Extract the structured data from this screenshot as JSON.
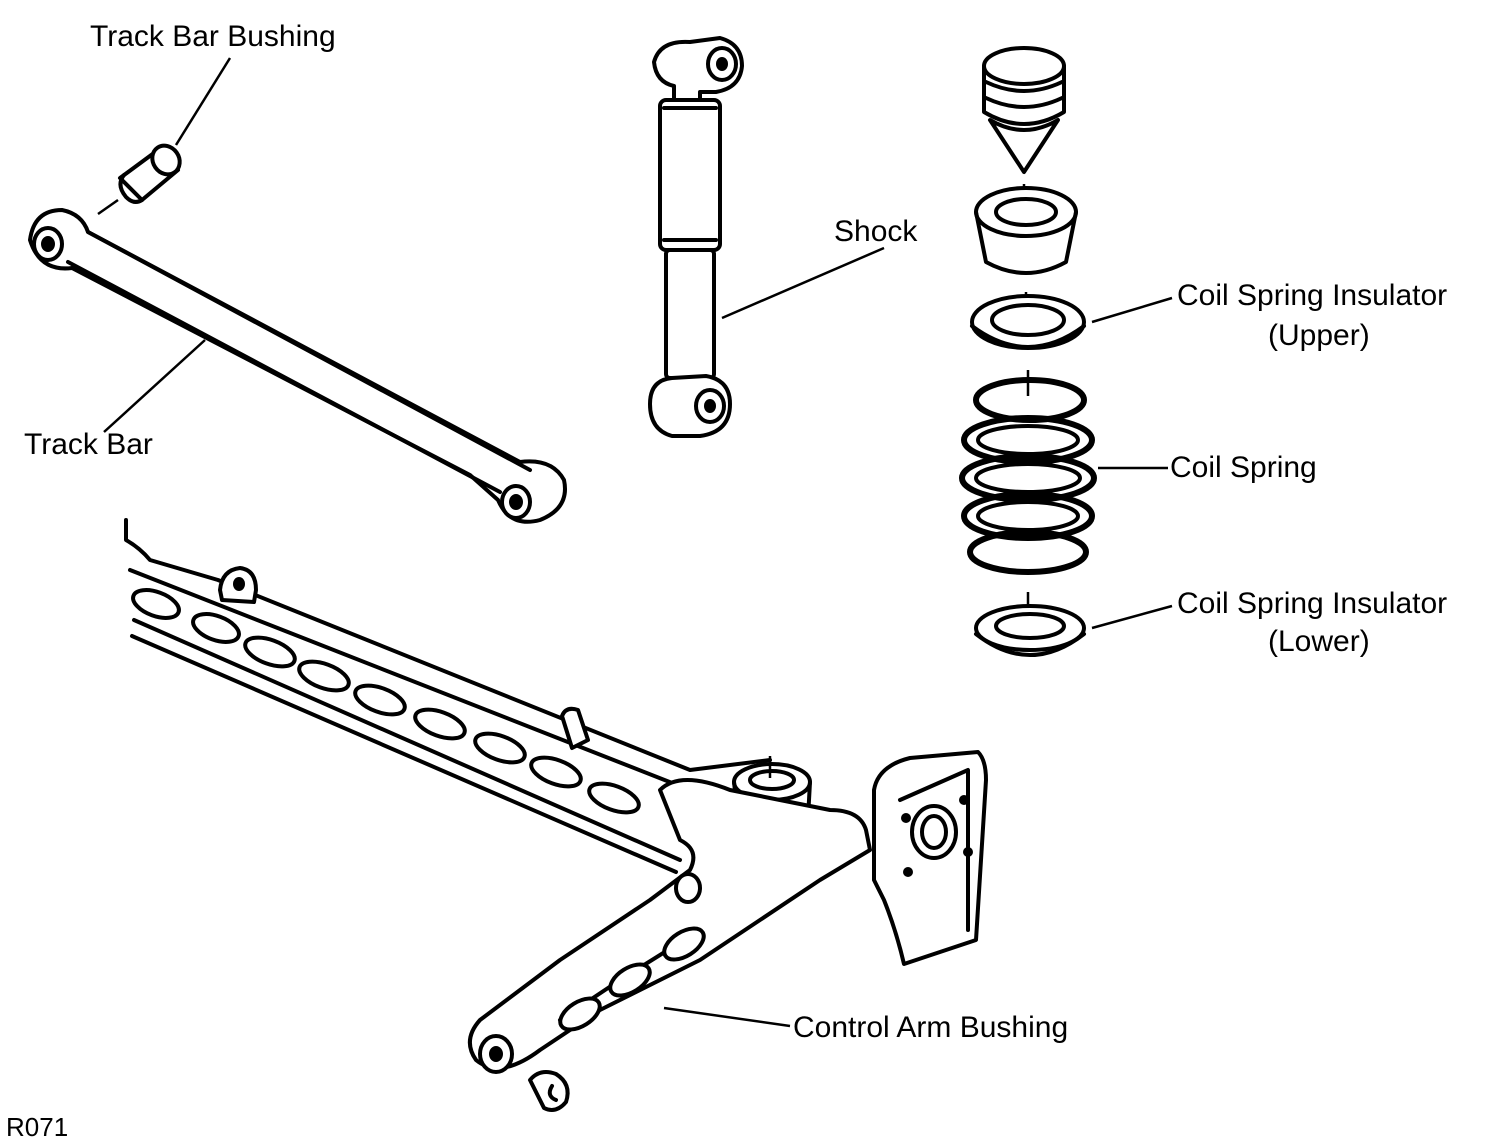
{
  "labels": {
    "track_bar_bushing": "Track Bar Bushing",
    "track_bar": "Track Bar",
    "shock": "Shock",
    "coil_spring_insulator_upper_line1": "Coil Spring Insulator",
    "coil_spring_insulator_upper_line2": "(Upper)",
    "coil_spring": "Coil Spring",
    "coil_spring_insulator_lower_line1": "Coil Spring Insulator",
    "coil_spring_insulator_lower_line2": "(Lower)",
    "control_arm_bushing": "Control Arm Bushing",
    "figure_code": "R071"
  },
  "colors": {
    "ink": "#000000",
    "paper": "#ffffff"
  }
}
